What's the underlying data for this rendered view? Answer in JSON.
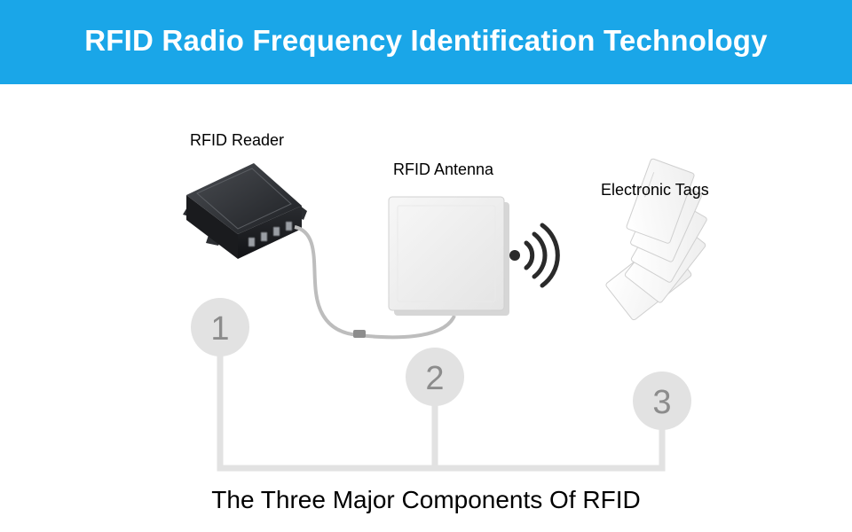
{
  "header": {
    "title": "RFID Radio Frequency Identification Technology",
    "background_color": "#1aa6e8"
  },
  "components": [
    {
      "label": "RFID Reader",
      "number": "1",
      "icon": "rfid-reader-icon"
    },
    {
      "label": "RFID Antenna",
      "number": "2",
      "icon": "rfid-antenna-icon"
    },
    {
      "label": "Electronic Tags",
      "number": "3",
      "icon": "electronic-tags-icon"
    }
  ],
  "signal_icon": "wireless-signal-icon",
  "connector_color": "#e2e2e2",
  "footer": {
    "caption": "The Three Major Components Of RFID"
  }
}
